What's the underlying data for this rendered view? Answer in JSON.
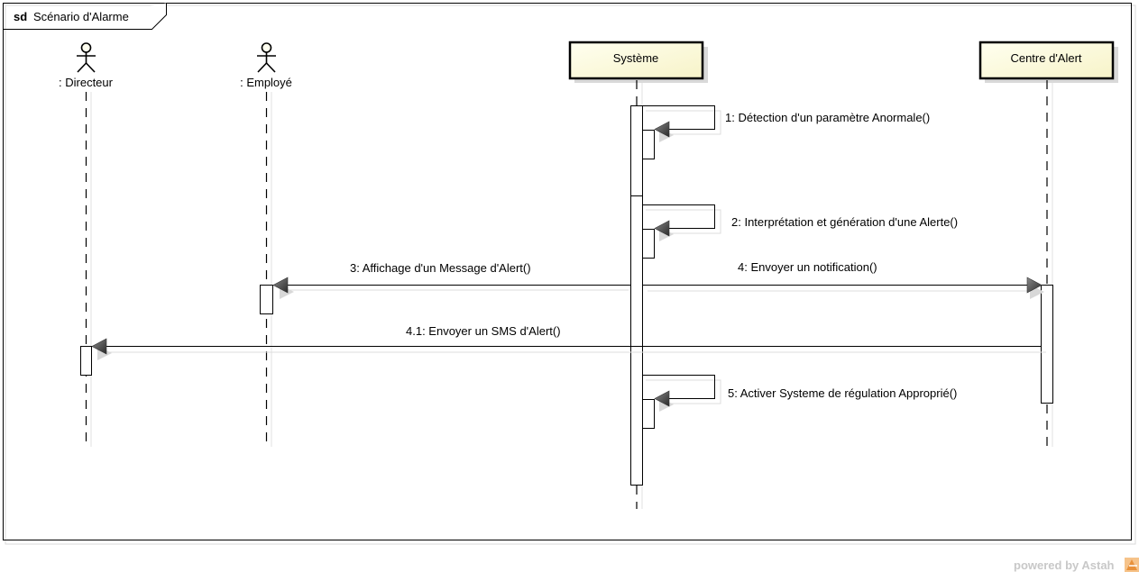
{
  "frame": {
    "keyword": "sd",
    "title": "Scénario d'Alarme"
  },
  "lifelines": [
    {
      "id": "directeur",
      "label": ": Directeur",
      "kind": "actor"
    },
    {
      "id": "employe",
      "label": ": Employé",
      "kind": "actor"
    },
    {
      "id": "systeme",
      "label": "Système",
      "kind": "object"
    },
    {
      "id": "centre",
      "label": "Centre d'Alert",
      "kind": "object"
    }
  ],
  "messages": [
    {
      "number": "1",
      "label": "1: Détection d'un paramètre Anormale()",
      "from": "systeme",
      "to": "systeme",
      "type": "self"
    },
    {
      "number": "2",
      "label": "2: Interprétation et génération  d'une Alerte()",
      "from": "systeme",
      "to": "systeme",
      "type": "self"
    },
    {
      "number": "3",
      "label": "3: Affichage d'un Message d'Alert()",
      "from": "systeme",
      "to": "employe",
      "type": "sync"
    },
    {
      "number": "4",
      "label": "4: Envoyer un notification()",
      "from": "systeme",
      "to": "centre",
      "type": "sync"
    },
    {
      "number": "4.1",
      "label": "4.1: Envoyer un SMS d'Alert()",
      "from": "centre",
      "to": "directeur",
      "type": "sync"
    },
    {
      "number": "5",
      "label": "5: Activer Systeme de régulation Approprié()",
      "from": "systeme",
      "to": "systeme",
      "type": "self"
    }
  ],
  "watermark": {
    "text": "powered by Astah",
    "logo": "astah-logo-icon"
  },
  "colors": {
    "object_fill": "#ffffe0",
    "object_border": "#000000",
    "shadow": "#d9d9d9",
    "arrowhead": "#4a4a4a",
    "watermark_text": "#c8c8c8",
    "logo_orange": "#f0a050"
  }
}
